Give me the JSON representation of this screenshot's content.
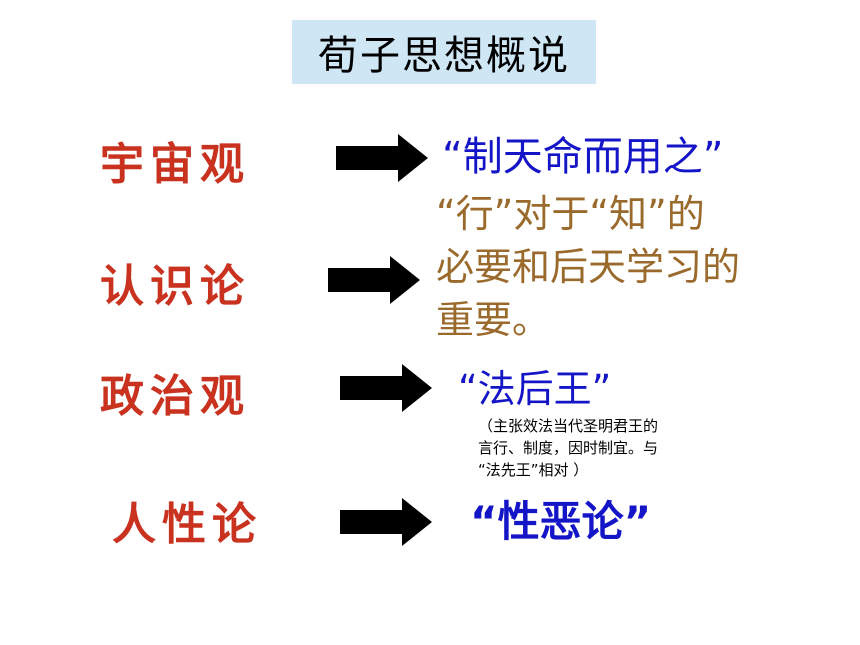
{
  "title": "荀子思想概说",
  "rows": [
    {
      "topic": "宇宙观",
      "desc": "“制天命而用之”"
    },
    {
      "topic": "认识论",
      "desc_lines": [
        "“行”对于“知”的",
        "必要和后天学习的",
        "重要。"
      ]
    },
    {
      "topic": "政治观",
      "desc": "“法后王”",
      "note_lines": [
        "（主张效法当代圣明君王的",
        "言行、制度，因时制宜。与",
        "“法先王”相对 ）"
      ]
    },
    {
      "topic": "人性论",
      "desc": "“性恶论”"
    }
  ],
  "colors": {
    "topic": "#c8321f",
    "blue": "#1515c8",
    "brown": "#9a6a2c",
    "title_bg": "#cfe6f5"
  },
  "icons": {
    "arrow": "right-arrow-icon"
  }
}
